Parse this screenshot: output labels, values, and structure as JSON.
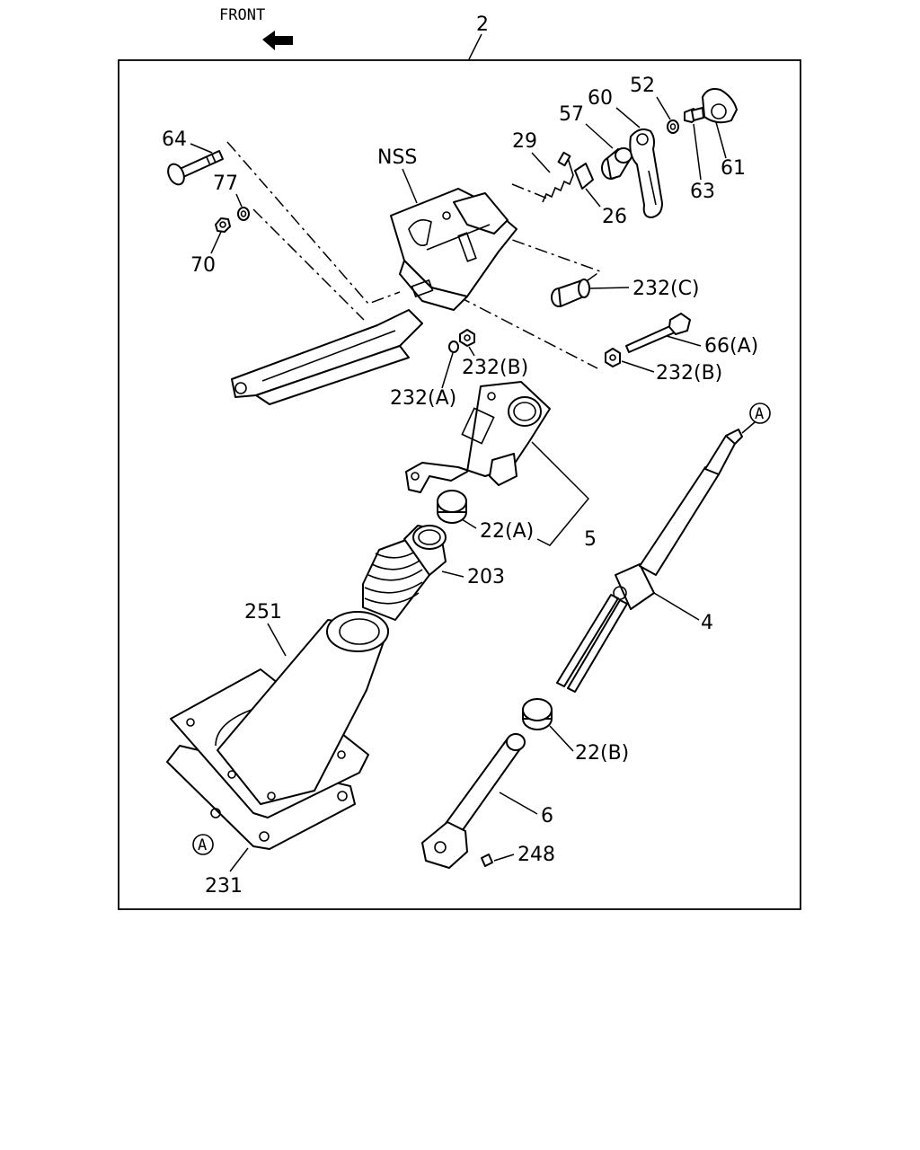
{
  "header": {
    "front_label": "FRONT",
    "assembly_number": "2"
  },
  "callouts": {
    "p64": "64",
    "p77": "77",
    "p70": "70",
    "nss": "NSS",
    "p29": "29",
    "p57": "57",
    "p60": "60",
    "p52": "52",
    "p61": "61",
    "p63": "63",
    "p26": "26",
    "p232c": "232(C)",
    "p66a": "66(A)",
    "p232b_right": "232(B)",
    "p232b_left": "232(B)",
    "p232a": "232(A)",
    "p22a": "22(A)",
    "p5": "5",
    "p203": "203",
    "p251": "251",
    "p4": "4",
    "p22b": "22(B)",
    "p6": "6",
    "p248": "248",
    "p231": "231",
    "ref_a_top": "A",
    "ref_a_bottom": "A"
  }
}
